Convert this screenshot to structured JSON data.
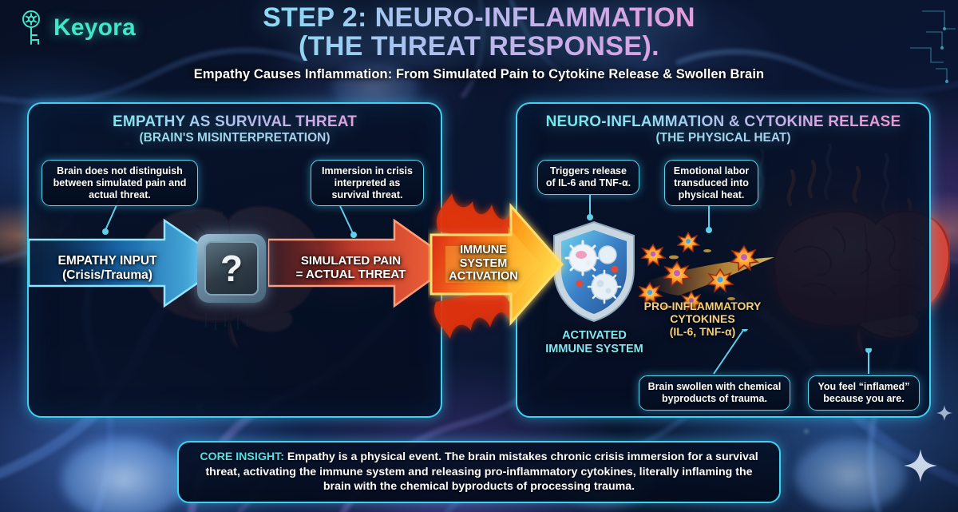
{
  "brand": {
    "name": "Keyora",
    "icon": "key-icon",
    "color": "#41e5c8"
  },
  "header": {
    "title_line1": "STEP 2: NEURO-INFLAMMATION",
    "title_line2": "(THE THREAT RESPONSE).",
    "subtitle": "Empathy Causes Inflammation: From Simulated Pain to Cytokine Release & Swollen Brain",
    "title_gradient_from": "#5ff0e6",
    "title_gradient_to": "#f58ec6"
  },
  "left_panel": {
    "title": "EMPATHY AS SURVIVAL THREAT",
    "subtitle": "(BRAIN'S MISINTERPRETATION)",
    "callouts": [
      {
        "text": "Brain does not distinguish between simulated pain and actual threat."
      },
      {
        "text": "Immersion in crisis interpreted as survival threat."
      }
    ],
    "arrow_in_label": "EMPATHY INPUT\n(Crisis/Trauma)",
    "arrow_in_line1": "EMPATHY INPUT",
    "arrow_in_line2": "(Crisis/Trauma)",
    "arrow_out_line1": "SIMULATED PAIN",
    "arrow_out_line2": "= ACTUAL THREAT",
    "chip_symbol": "?",
    "arrow_in_color": "#37b8f5",
    "arrow_out_color": "#e8452f"
  },
  "middle": {
    "flame_arrow_line1": "IMMUNE",
    "flame_arrow_line2": "SYSTEM",
    "flame_arrow_line3": "ACTIVATION",
    "flame_color": "#ff7a1a"
  },
  "right_panel": {
    "title": "NEURO-INFLAMMATION & CYTOKINE RELEASE",
    "subtitle": "(THE PHYSICAL HEAT)",
    "callouts": [
      {
        "text": "Triggers release of IL-6 and TNF-α."
      },
      {
        "text": "Emotional labor transduced into physical heat."
      },
      {
        "text": "Brain swollen with chemical byproducts of trauma."
      },
      {
        "text": "You feel “inflamed” because you are."
      }
    ],
    "shield_caption_line1": "ACTIVATED",
    "shield_caption_line2": "IMMUNE SYSTEM",
    "cytokine_caption_line1": "PRO-INFLAMMATORY",
    "cytokine_caption_line2": "CYTOKINES",
    "cytokine_caption_line3": "(IL-6, TNF-α)",
    "shield_caption_color": "#7fe8f5",
    "cytokine_caption_color": "#f6cf7a"
  },
  "core_insight": {
    "label": "CORE INSIGHT:",
    "text": " Empathy is a physical event. The brain mistakes chronic crisis immersion for a survival threat, activating the immune system and releasing pro-inflammatory cytokines, literally inflaming the brain with the chemical byproducts of processing trauma.",
    "label_color": "#4fe0e8"
  },
  "theme": {
    "panel_border": "#3fd2f0",
    "background_deep": "#071024",
    "callout_border": "#59d6ee"
  }
}
